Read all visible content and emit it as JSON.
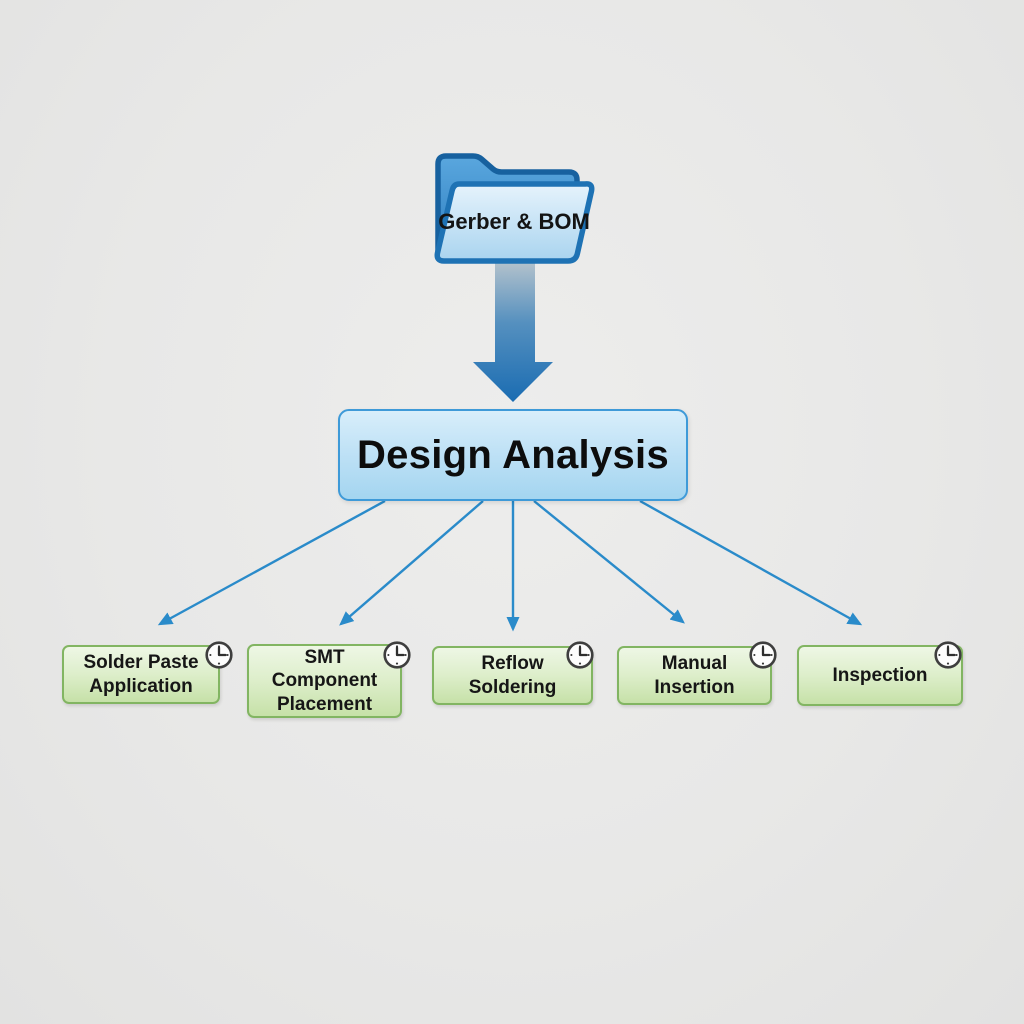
{
  "diagram": {
    "source": {
      "label": "Gerber & BOM",
      "icon": "folder-icon"
    },
    "process": {
      "label": "Design Analysis"
    },
    "stages": [
      {
        "label": "Solder Paste Application",
        "icon": "clock-icon"
      },
      {
        "label": "SMT Component Placement",
        "icon": "clock-icon"
      },
      {
        "label": "Reflow Soldering",
        "icon": "clock-icon"
      },
      {
        "label": "Manual Insertion",
        "icon": "clock-icon"
      },
      {
        "label": "Inspection",
        "icon": "clock-icon"
      }
    ],
    "colors": {
      "background": "#e8e8e7",
      "folder_back_fill": "#3f93d2",
      "folder_border": "#17619f",
      "folder_front_top": "#e6f3fc",
      "folder_front_bottom": "#a9d4ef",
      "big_arrow_top": "#b9c5cd",
      "big_arrow_bottom": "#1a6cb2",
      "process_border": "#3e9ad8",
      "process_fill_top": "#d8eefa",
      "process_fill_bottom": "#a4d5f0",
      "connector": "#2a8bca",
      "stage_border": "#82b562",
      "stage_fill_top": "#eef7e5",
      "stage_fill_bottom": "#c6e1a8",
      "clock_ring": "#3e3e3e",
      "text": "#141414"
    }
  }
}
